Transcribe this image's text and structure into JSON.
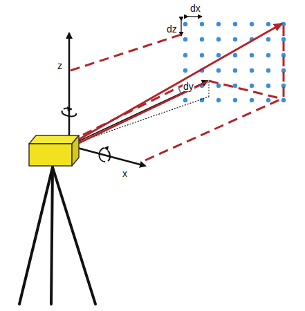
{
  "diagram": {
    "labels": [
      "dx",
      "dz",
      "z",
      "dy",
      "x"
    ]
  }
}
